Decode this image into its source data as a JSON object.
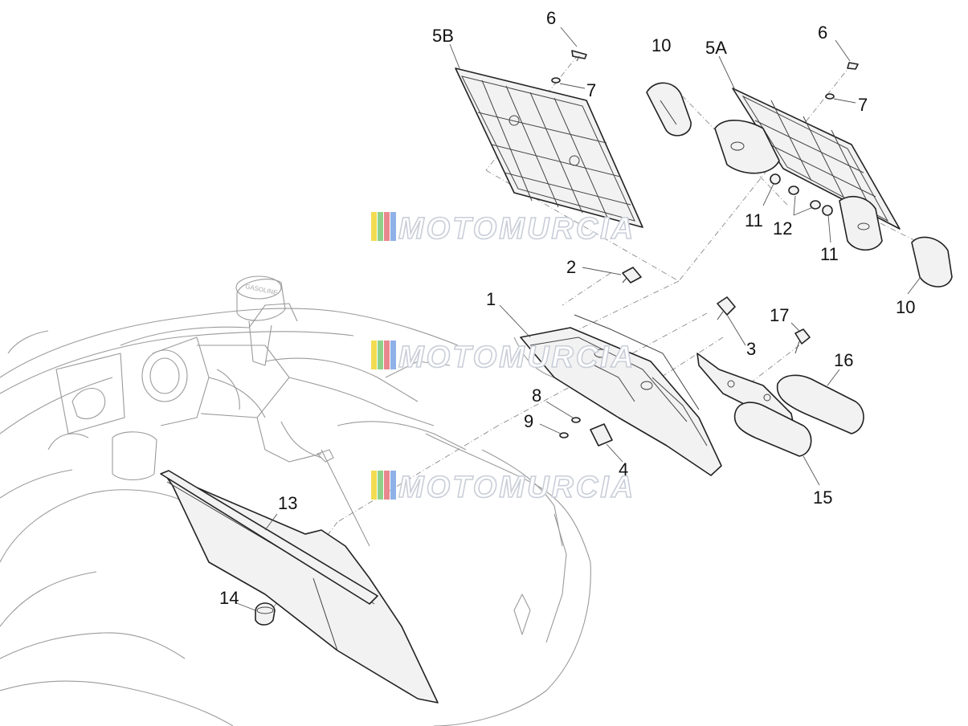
{
  "callouts": {
    "c5b": "5B",
    "c6a": "6",
    "c7a": "7",
    "c10a": "10",
    "c5a": "5A",
    "c6b": "6",
    "c7b": "7",
    "c11a": "11",
    "c12": "12",
    "c11b": "11",
    "c10b": "10",
    "c2": "2",
    "c1": "1",
    "c3": "3",
    "c17": "17",
    "c16": "16",
    "c8": "8",
    "c9": "9",
    "c4": "4",
    "c15": "15",
    "c13": "13",
    "c14": "14"
  },
  "watermark": {
    "text": "MOTOMURCIA",
    "stripe_colors": [
      "#f4dc52",
      "#8fd18a",
      "#e8888e",
      "#8fb1e8"
    ]
  },
  "capsule_text": "GASOLINE"
}
